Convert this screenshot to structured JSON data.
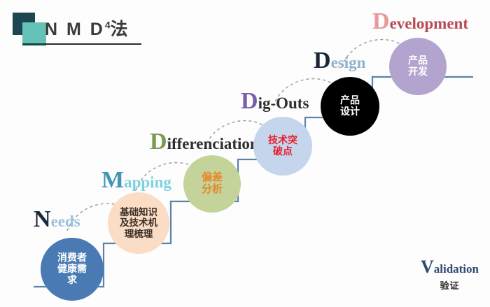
{
  "logo": {
    "text_main": "N M D",
    "text_sup": "4",
    "text_cjk": "法",
    "square_dark_color": "#1d4552",
    "square_light_color": "#64c3b6"
  },
  "diagram": {
    "type": "staircase-process",
    "stair_line_color": "#5b83a8",
    "arrow_color": "#8c8c8c",
    "steps": [
      {
        "id": "needs",
        "label_cap": "N",
        "label_rest": "eeds",
        "label_cap_color": "#1b2a3a",
        "label_rest_color": "#9fc3dd",
        "circle_text": "消费者\n健康需\n求",
        "circle_line1": "消费者",
        "circle_line2": "健康需",
        "circle_line3": "求",
        "circle_color": "#4a7ab4",
        "circle_text_color": "#ffffff"
      },
      {
        "id": "mapping",
        "label_cap": "M",
        "label_rest": "apping",
        "label_cap_color": "#3f96b5",
        "label_rest_color": "#7fd0e0",
        "circle_line1": "基础知识",
        "circle_line2": "及技术机",
        "circle_line3": "理梳理",
        "circle_color": "#fbdcc4",
        "circle_text_color": "#3a3028"
      },
      {
        "id": "differenciation",
        "label_cap": "D",
        "label_rest": "ifferenciation",
        "label_cap_color": "#7a9a4e",
        "label_rest_color": "#2f2f2f",
        "circle_line1": "偏差",
        "circle_line2": "分析",
        "circle_color": "#c3d39a",
        "circle_text_color": "#e8872a"
      },
      {
        "id": "dig-outs",
        "label_cap": "D",
        "label_rest": "ig-Outs",
        "label_cap_color": "#7a5fa8",
        "label_rest_color": "#2f2f2f",
        "circle_line1": "技术突",
        "circle_line2": "破点",
        "circle_color": "#c5d5ec",
        "circle_text_color": "#e8202a"
      },
      {
        "id": "design",
        "label_cap": "D",
        "label_rest": "esign",
        "label_cap_color": "#1b2535",
        "label_rest_color": "#8fb4c9",
        "circle_line1": "产品",
        "circle_line2": "设计",
        "circle_color": "#000000",
        "circle_text_color": "#ffffff"
      },
      {
        "id": "development",
        "label_cap": "D",
        "label_rest": "evelopment",
        "label_cap_color": "#e79a9a",
        "label_rest_color": "#b94a55",
        "circle_line1": "产品",
        "circle_line2": "开发",
        "circle_color": "#b3a3cf",
        "circle_text_color": "#ffffff"
      }
    ]
  },
  "validation": {
    "label_cap": "V",
    "label_rest": "alidation",
    "label_cjk": "验证",
    "color": "#2f4a6d"
  }
}
